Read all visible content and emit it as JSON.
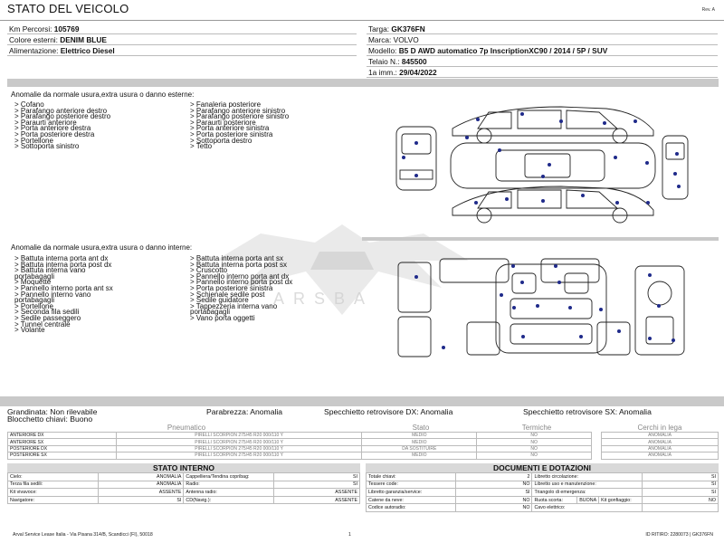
{
  "header": {
    "title": "STATO DEL VEICOLO",
    "rev": "Rev. A"
  },
  "left_info": [
    {
      "label": "Km Percorsi:",
      "value": "105769"
    },
    {
      "label": "Colore esterni:",
      "value": "DENIM BLUE"
    },
    {
      "label": "Alimentazione:",
      "value": "Elettrico Diesel"
    }
  ],
  "right_info": [
    {
      "label": "Targa:",
      "value": "GK376FN"
    },
    {
      "label": "Marca:",
      "value": "VOLVO"
    },
    {
      "label": "Modello:",
      "value": "B5 D AWD automatico 7p InscriptionXC90 / 2014 / 5P / SUV"
    },
    {
      "label": "Telaio N.:",
      "value": "845500"
    },
    {
      "label": "1a imm.:",
      "value": "29/04/2022"
    }
  ],
  "external": {
    "heading": "Anomalie da normale usura,extra usura o danno esterne:",
    "col1": [
      "> Cofano",
      "> Parafango anteriore destro",
      "> Parafango posteriore destro",
      "> Paraurti anteriore",
      "> Porta anteriore destra",
      "> Porta posteriore destra",
      "> Portellone",
      "> Sottoporta sinistro"
    ],
    "col2": [
      "> Fanaleria posteriore",
      "> Parafango anteriore sinistro",
      "> Parafango posteriore sinistro",
      "> Paraurti posteriore",
      "> Porta anteriore sinistra",
      "> Porta posteriore sinistra",
      "> Sottoporta destro",
      "> Tetto"
    ]
  },
  "internal": {
    "heading": "Anomalie da normale usura,extra usura o danno interne:",
    "col1": [
      "> Battuta interna porta ant dx",
      "> Battuta interna porta post dx",
      "> Battuta interna vano",
      "portabagagli",
      "> Moquette",
      "> Pannello interno porta ant sx",
      "> Pannello interno vano",
      "portabagagli",
      "> Portellone",
      "> Seconda fila sedili",
      "> Sedile passeggero",
      "> Tunnel centrale",
      "> Volante"
    ],
    "col2": [
      "> Battuta interna porta ant sx",
      "> Battuta interna porta post sx",
      "> Cruscotto",
      "> Pannello interno porta ant dx",
      "> Pannello interno porta post dx",
      "> Porta posteriore sinistra",
      "> Schienale sedile post",
      "> Sedile guidatore",
      "> Tappezzeria interna vano",
      "portabagagli",
      "> Vano porta oggetti"
    ]
  },
  "status": {
    "grandinata": "Grandinata: Non rilevabile",
    "parabrezza": "Parabrezza: Anomalia",
    "specchietto_dx": "Specchietto retrovisore DX: Anomalia",
    "specchietto_sx": "Specchietto retrovisore SX: Anomalia",
    "blocchetto": "Blocchetto chiavi: Buono"
  },
  "tyres": {
    "headers": [
      "Pneumatico",
      "Stato",
      "Termiche",
      "Cerchi in lega"
    ],
    "rows": [
      {
        "pos": "ANTERIORE DX",
        "tyre": "PIRELLI SCORPION 275/45 R20 000/110 Y",
        "state": "MEDIO",
        "thermal": "NO",
        "alloy": "ANOMALIA"
      },
      {
        "pos": "ANTERIORE SX",
        "tyre": "PIRELLI SCORPION 275/45 R20 000/110 Y",
        "state": "MEDIO",
        "thermal": "NO",
        "alloy": "ANOMALIA"
      },
      {
        "pos": "POSTERIORE DX",
        "tyre": "PIRELLI SCORPION 275/45 R20 000/110 Y",
        "state": "DA SOSTITUIRE",
        "thermal": "NO",
        "alloy": "ANOMALIA"
      },
      {
        "pos": "POSTERIORE SX",
        "tyre": "PIRELLI SCORPION 275/45 R20 000/110 Y",
        "state": "MEDIO",
        "thermal": "NO",
        "alloy": "ANOMALIA"
      }
    ]
  },
  "stato_interno": {
    "title": "STATO INTERNO",
    "rows": [
      [
        "Cielo:",
        "ANOMALIA",
        "Cappelliera/Tendina copribag:",
        "SI"
      ],
      [
        "Terza fila sedili:",
        "ANOMALIA",
        "Radio:",
        "SI"
      ],
      [
        "Kit vivavoce:",
        "ASSENTE",
        "Antenna radio:",
        "ASSENTE"
      ],
      [
        "Navigatore:",
        "SI",
        "CD(Navig.):",
        "ASSENTE"
      ]
    ]
  },
  "documenti": {
    "title": "DOCUMENTI E DOTAZIONI",
    "rows": [
      [
        "Totale chiavi:",
        "2",
        "Libretto circolazione:",
        "SI"
      ],
      [
        "Tessere code:",
        "NO",
        "Libretto uso e manutenzione:",
        "SI"
      ],
      [
        "Libretto garanzia/service:",
        "SI",
        "Triangolo di emergenza:",
        "SI"
      ],
      [
        "Catene da neve:",
        "NO",
        "Ruota scorta:",
        "BUONA",
        "Kit gonfiaggio:",
        "NO"
      ],
      [
        "Codice autoradio:",
        "NO",
        "Cavo elettrico:",
        ""
      ]
    ]
  },
  "footer": {
    "address": "Arval Service Lease Italia - Via Pisana 314/B, Scandicci (FI), 50018",
    "page": "1",
    "id": "ID RITIRO: 2280073 | GK376FN"
  },
  "watermark": "ARSBA",
  "colors": {
    "damage_dot": "#1f2a8a",
    "section_bar": "#c9c9c9"
  }
}
